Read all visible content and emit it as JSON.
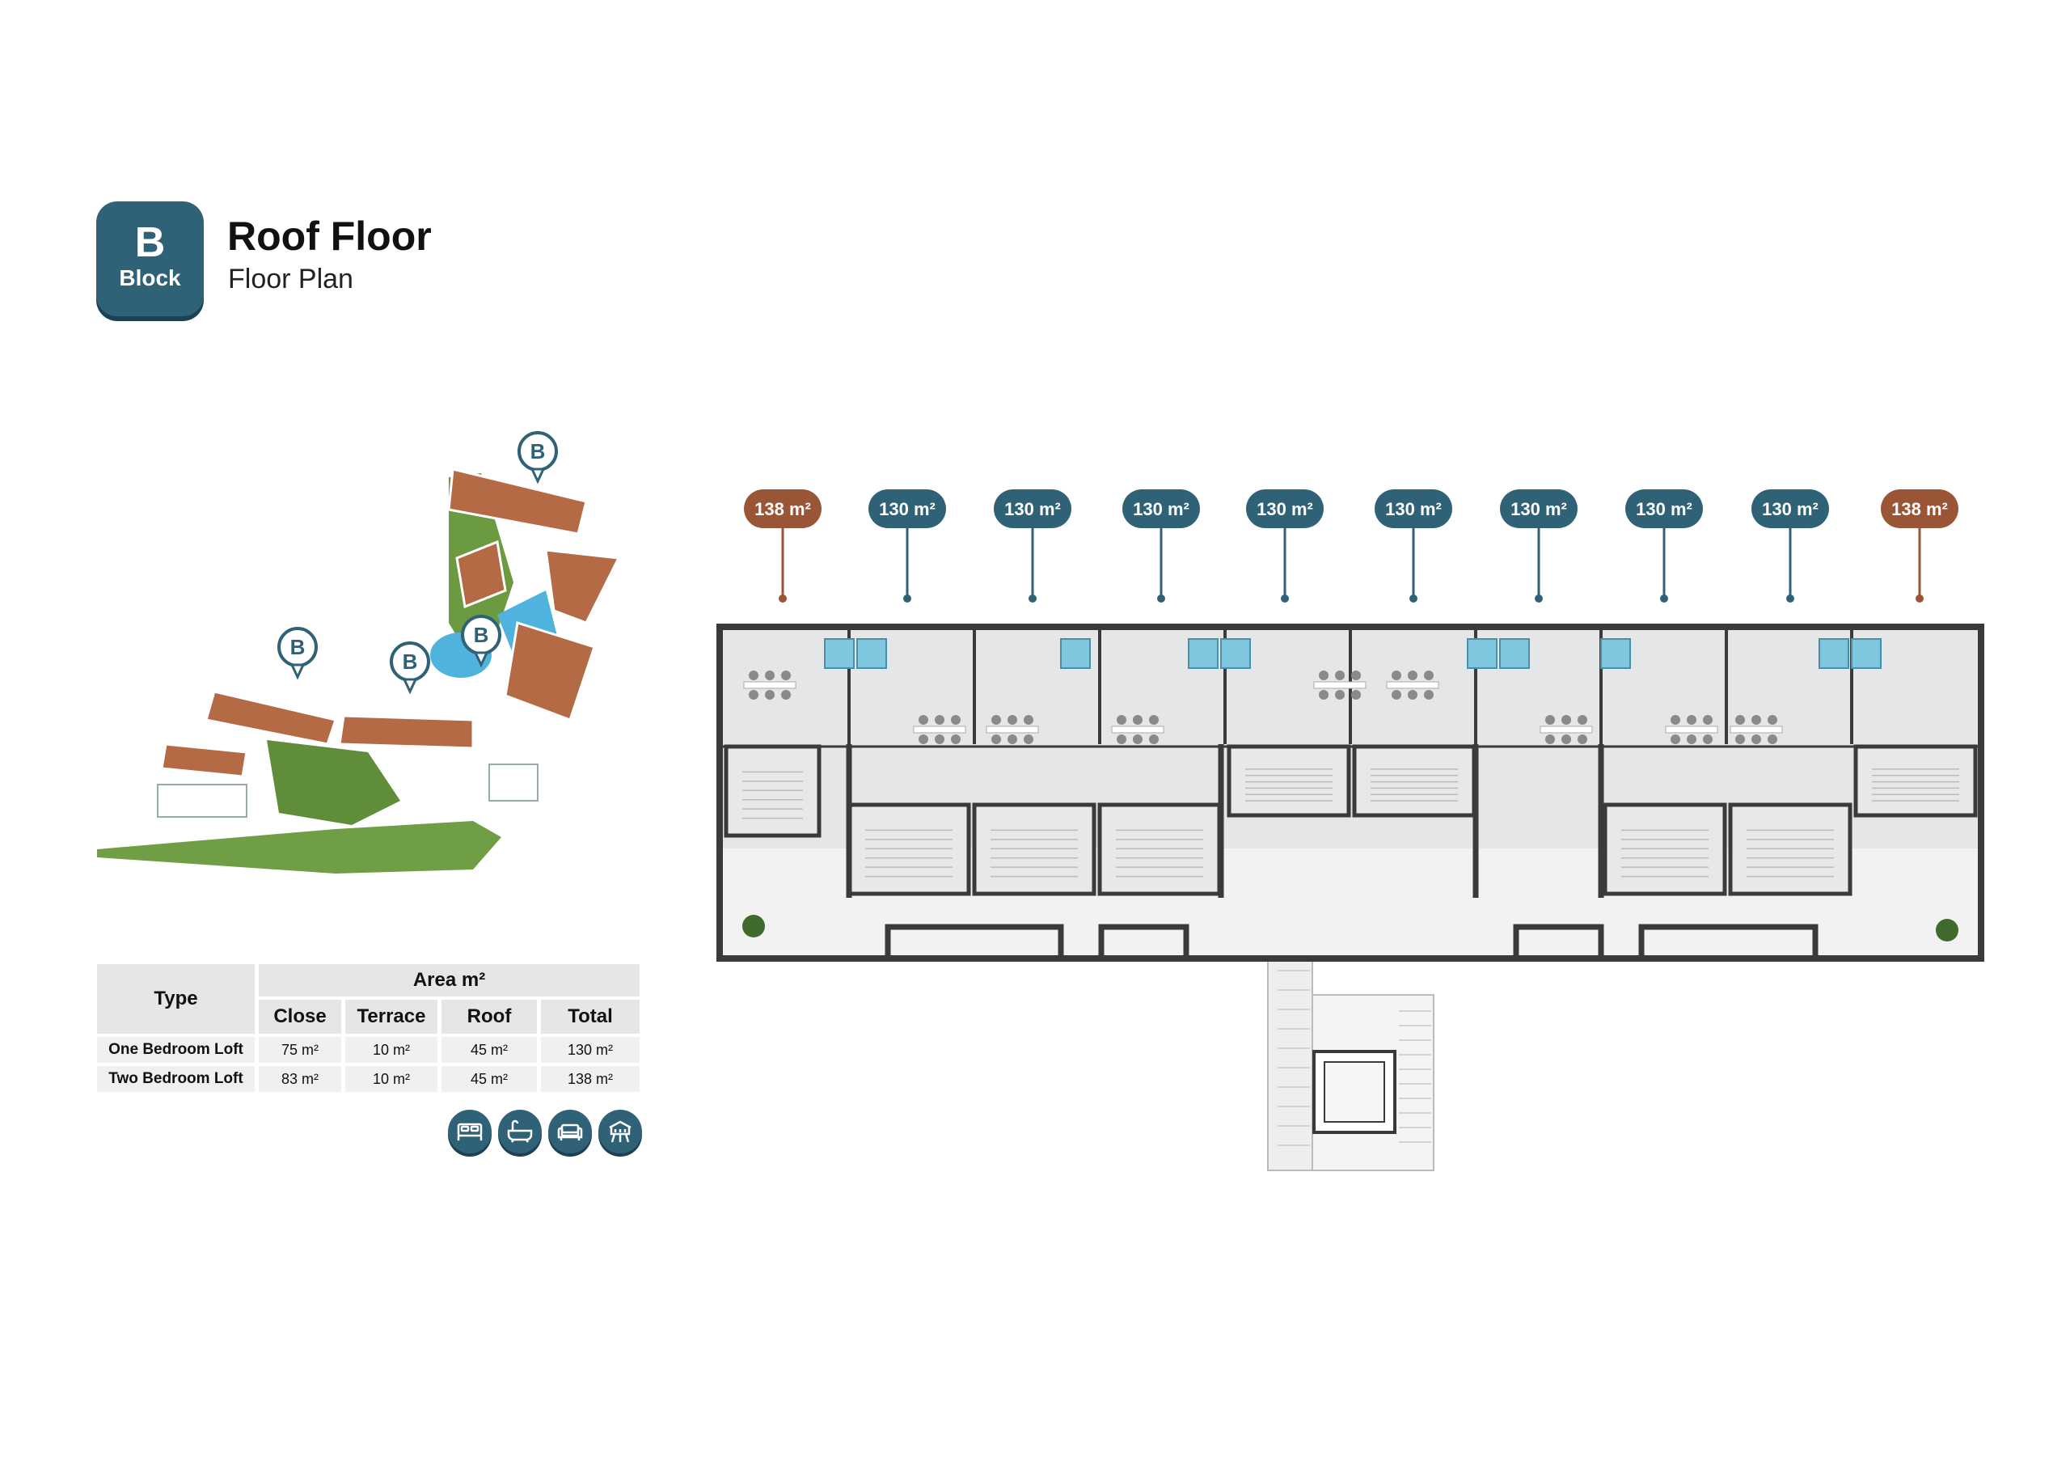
{
  "header": {
    "block_letter": "B",
    "block_word": "Block",
    "title": "Roof Floor",
    "subtitle": "Floor Plan"
  },
  "site_map": {
    "markers": [
      "B",
      "B",
      "B",
      "B"
    ]
  },
  "table": {
    "type_header": "Type",
    "area_header": "Area m²",
    "columns": [
      "Close",
      "Terrace",
      "Roof",
      "Total"
    ],
    "rows": [
      {
        "type": "One Bedroom Loft",
        "close": "75 m²",
        "terrace": "10 m²",
        "roof": "45 m²",
        "total": "130 m²"
      },
      {
        "type": "Two Bedroom Loft",
        "close": "83 m²",
        "terrace": "10 m²",
        "roof": "45 m²",
        "total": "138 m²"
      }
    ]
  },
  "amenities": [
    "bed-icon",
    "bathtub-icon",
    "sofa-icon",
    "grill-icon"
  ],
  "floor_plan": {
    "unit_labels": [
      "138 m²",
      "130 m²",
      "130 m²",
      "130 m²",
      "130 m²",
      "130 m²",
      "130 m²",
      "130 m²",
      "130 m²",
      "138 m²"
    ],
    "unit_kinds": [
      "two",
      "one",
      "one",
      "one",
      "one",
      "one",
      "one",
      "one",
      "one",
      "two"
    ]
  },
  "colors": {
    "brand_blue": "#2f6177",
    "brand_blue_dark": "#1d4152",
    "two_bedroom_pin": "#9a5436",
    "one_bedroom_pin": "#2f6177",
    "wall": "#3a3a3a",
    "floor_tile": "#e4e6e8",
    "pool": "#7fc6df"
  }
}
